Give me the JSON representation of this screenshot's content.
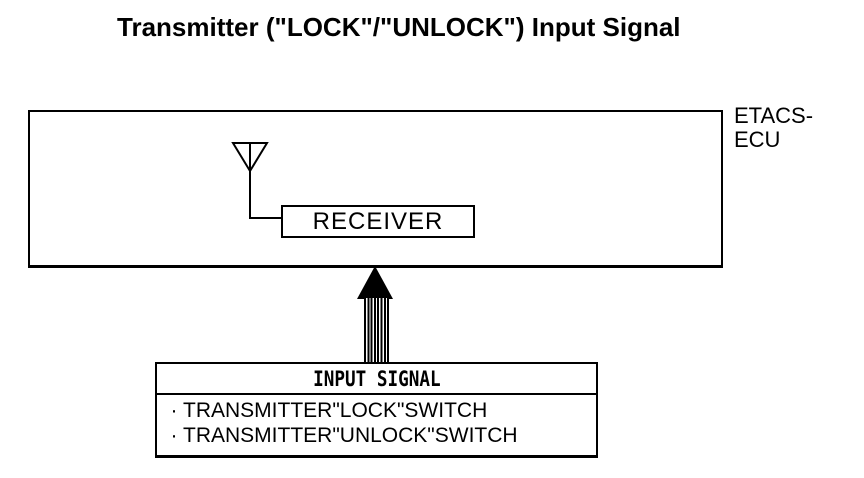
{
  "title": "Transmitter (\"LOCK\"/\"UNLOCK\") Input Signal",
  "ecu": {
    "label_lines": [
      "ETACS-",
      "ECU"
    ],
    "receiver_label": "RECEIVER"
  },
  "input_signal": {
    "header": "INPUT SIGNAL",
    "items": [
      {
        "bullet": "·",
        "label": "TRANSMITTER\"LOCK\"SWITCH"
      },
      {
        "bullet": "·",
        "label": "TRANSMITTER\"UNLOCK\"SWITCH"
      }
    ]
  },
  "icons": {
    "antenna": "antenna-icon",
    "arrow": "up-arrow-icon",
    "bullet": "bullet-dot-icon"
  },
  "colors": {
    "ink": "#000000",
    "background": "#ffffff"
  }
}
